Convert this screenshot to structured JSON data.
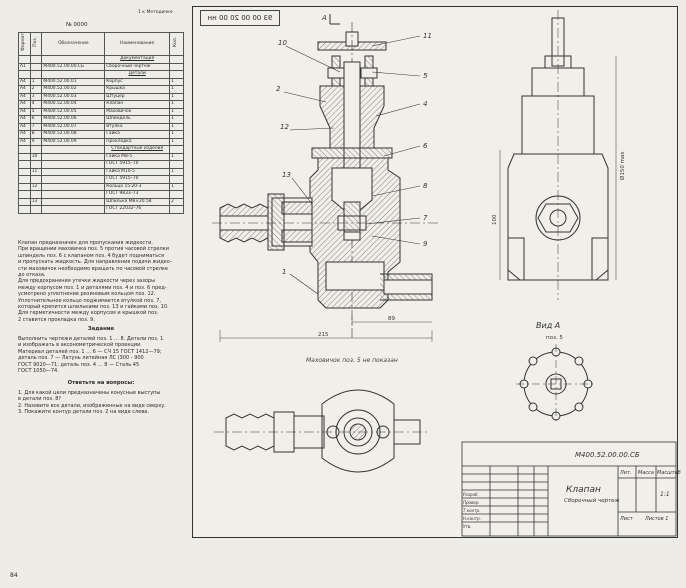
{
  "left_page": {
    "header_note": "1 к Методичке",
    "task_number": "№ 0000",
    "table_headers": [
      "Формат",
      "Поз.",
      "Обозначение",
      "Наименование",
      "Кол."
    ],
    "rows": [
      {
        "format": "",
        "pos": "",
        "code": "",
        "name": "Документация",
        "qty": "",
        "section": true
      },
      {
        "format": "А1",
        "pos": "",
        "code": "М400.52.00.00.СБ",
        "name": "Сборочный чертеж",
        "qty": ""
      },
      {
        "format": "",
        "pos": "",
        "code": "",
        "name": "Детали",
        "qty": "",
        "section": true
      },
      {
        "format": "А4",
        "pos": "1",
        "code": "М400.52.00.01",
        "name": "Корпус",
        "qty": "1"
      },
      {
        "format": "А4",
        "pos": "2",
        "code": "М400.52.00.02",
        "name": "Крышка",
        "qty": "1"
      },
      {
        "format": "А4",
        "pos": "3",
        "code": "М400.52.00.03",
        "name": "Штуцер",
        "qty": "1"
      },
      {
        "format": "А4",
        "pos": "4",
        "code": "М400.52.00.04",
        "name": "Клапан",
        "qty": "1"
      },
      {
        "format": "А4",
        "pos": "5",
        "code": "М400.52.00.05",
        "name": "Маховичок",
        "qty": "1"
      },
      {
        "format": "А4",
        "pos": "6",
        "code": "М400.52.00.06",
        "name": "Шпиндель",
        "qty": "1"
      },
      {
        "format": "А4",
        "pos": "7",
        "code": "М400.52.00.07",
        "name": "Втулка",
        "qty": "1"
      },
      {
        "format": "А4",
        "pos": "8",
        "code": "М400.52.00.08",
        "name": "Гайка",
        "qty": "1"
      },
      {
        "format": "А4",
        "pos": "9",
        "code": "М400.52.00.09",
        "name": "Прокладка",
        "qty": "1"
      },
      {
        "format": "",
        "pos": "",
        "code": "",
        "name": "Стандартные изделия",
        "qty": "",
        "section": true
      },
      {
        "format": "",
        "pos": "10",
        "code": "",
        "name": "Гайка М8-5",
        "qty": "1"
      },
      {
        "format": "",
        "pos": "",
        "code": "",
        "name": "ГОСТ 5915–70",
        "qty": ""
      },
      {
        "format": "",
        "pos": "11",
        "code": "",
        "name": "Гайка М10-5",
        "qty": "1"
      },
      {
        "format": "",
        "pos": "",
        "code": "",
        "name": "ГОСТ 5915–70",
        "qty": ""
      },
      {
        "format": "",
        "pos": "12",
        "code": "",
        "name": "Кольцо 15·20-3",
        "qty": "1"
      },
      {
        "format": "",
        "pos": "",
        "code": "",
        "name": "ГОСТ 9833–73",
        "qty": ""
      },
      {
        "format": "",
        "pos": "13",
        "code": "",
        "name": "Шпилька М8×20.58",
        "qty": "2"
      },
      {
        "format": "",
        "pos": "",
        "code": "",
        "name": "ГОСТ 22032–76",
        "qty": ""
      }
    ],
    "description": [
      "Клапан предназначен для пропускания жидкости.",
      "При вращении маховичка поз. 5 против часовой стрелки",
      "шпиндель поз. 6 с клапаном поз. 4 будет подниматься",
      "и пропускать жидкость. Для направления подачи жидко-",
      "сти маховичок необходимо вращать по часовой стрелке",
      "до отказа.",
      "Для предохранения утечки жидкости через зазоры",
      "между корпусом поз. 1 и деталями поз. 4 и поз. 6 пред-",
      "усмотрено уплотнение резиновым кольцом поз. 12.",
      "Уплотнительное кольцо поджимается втулкой поз. 7,",
      "который крепится шпильками поз. 13 и гайками поз. 10.",
      "Для герметичности между корпусом и крышкой поз.",
      "2 ставится прокладка поз. 9."
    ],
    "task_title": "Задание",
    "task_text": [
      "Выполнить чертежи деталей поз. 1 … 8. Детали поз. 1",
      "и изображать в аксонометрической проекции.",
      "Материал деталей поз. 1 … 6 — СЧ 15 ГОСТ 1412—79;",
      "деталь поз. 7 — Латунь литейная ЛС (300 - 900",
      "ГОСТ 9020—71; деталь поз. 4 … 8 — Сталь 45",
      "ГОСТ 1050—74."
    ],
    "questions_title": "Ответьте на вопросы:",
    "questions": [
      "1. Для какой цели предназначены конусные выступы",
      "в детали поз. 8?",
      "2. Назовите все детали, изображенные на виде сверху.",
      "3. Покажите контур детали поз. 2 на виде слева."
    ],
    "page_number": "84"
  },
  "drawing": {
    "stamp": "93 00 00 20 00 нн",
    "view_a_label": "Вид А",
    "view_a_sub": "поз. 5",
    "section_arrow": "А",
    "footnote": "Маховичок поз. 5 не показан",
    "leaders": [
      "10",
      "2",
      "12",
      "13",
      "11",
      "5",
      "4",
      "6",
      "8",
      "7",
      "9",
      "1"
    ],
    "dims": {
      "overall_width": "215",
      "bottom_center": "89",
      "height": "Ø150 max",
      "lower": "100"
    },
    "title_block": {
      "code_rotated": "М400.52.00.00.СБ",
      "code": "М400.52.00.00.СБ",
      "name": "Клапан",
      "sub": "Сборочный чертеж",
      "letter": "Лит.",
      "mass": "Масса",
      "scale_label": "Масштаб",
      "scale": "1:1",
      "sheet": "Лист",
      "sheets": "Листов 1",
      "roles": [
        "Разраб.",
        "Провер.",
        "Т.контр.",
        "Н.контр.",
        "Утв."
      ]
    }
  }
}
